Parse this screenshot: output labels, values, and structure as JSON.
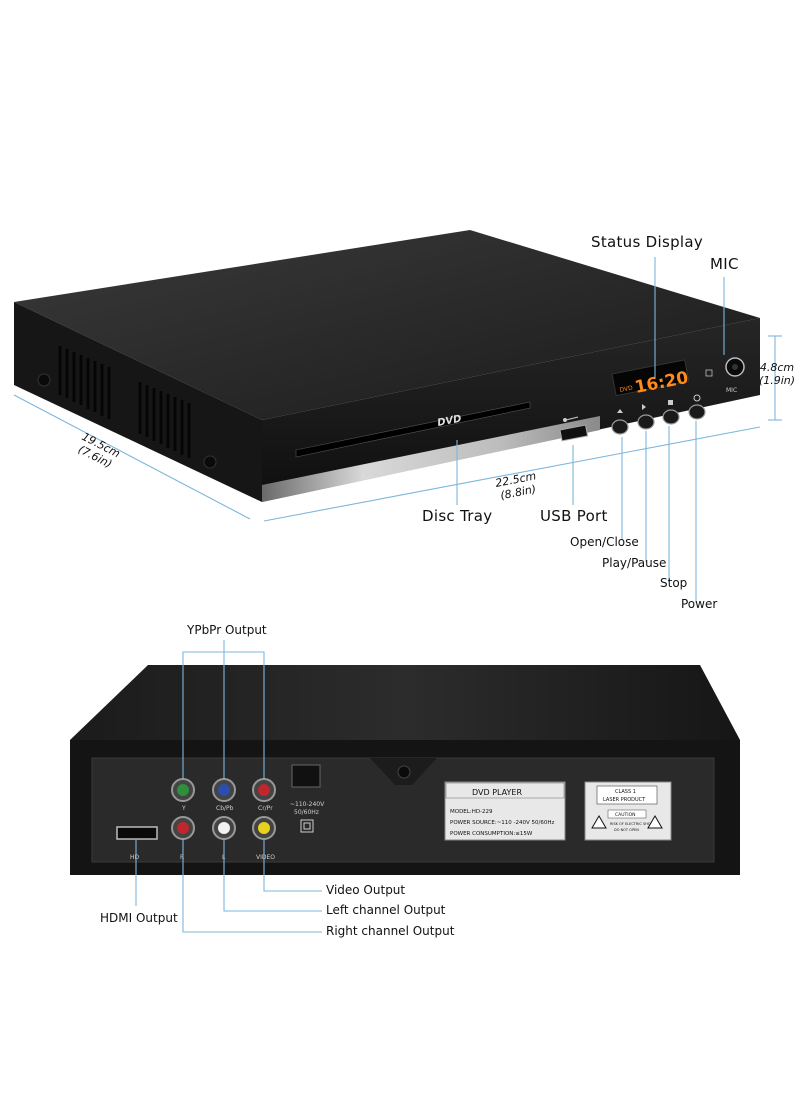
{
  "front": {
    "tray_logo": "DVD",
    "display_icon": "DVD",
    "display_time": "16:20",
    "mic_port_label": "MIC",
    "usb_icon": "usb-icon",
    "button_icons": [
      "eject-icon",
      "play-pause-icon",
      "stop-icon",
      "power-icon"
    ]
  },
  "back": {
    "jack_labels": {
      "y": "Y",
      "pb": "Cb/Pb",
      "pr": "Cr/Pr",
      "r": "R",
      "l": "L",
      "video": "VIDEO",
      "hd": "HD"
    },
    "power_spec": [
      "~110-240V",
      "50/60Hz"
    ],
    "nameplate": {
      "title": "DVD PLAYER",
      "lines": [
        "MODEL:HD-229",
        "POWER SOURCE:~110 -240V 50/60Hz",
        "POWER CONSUMPTION:≤15W"
      ]
    },
    "laser_label": {
      "line1": "CLASS 1",
      "line2": "LASER PRODUCT",
      "line3": "CAUTION",
      "line4": "RISK OF ELECTRIC SHOCK",
      "line5": "DO NOT OPEN"
    }
  },
  "callouts": {
    "status_display": "Status Display",
    "mic": "MIC",
    "height_cm": "4.8cm",
    "height_in": "(1.9in)",
    "depth_cm": "19.5cm",
    "depth_in": "(7.6in)",
    "width_cm": "22.5cm",
    "width_in": "(8.8in)",
    "disc_tray": "Disc Tray",
    "usb_port": "USB Port",
    "open_close": "Open/Close",
    "play_pause": "Play/Pause",
    "stop": "Stop",
    "power": "Power",
    "ypbpr_output": "YPbPr Output",
    "video_output": "Video Output",
    "hdmi_output": "HDMI Output",
    "left_channel_output": "Left channel Output",
    "right_channel_output": "Right channel Output"
  },
  "colors": {
    "leader_line": "#7db6dc",
    "display_digits": "#ff8a1c",
    "jack_green": "#2f8f3a",
    "jack_blue": "#2c4fae",
    "jack_red": "#c0262d",
    "jack_white": "#f2f2f2",
    "jack_yellow": "#e8d21e"
  }
}
